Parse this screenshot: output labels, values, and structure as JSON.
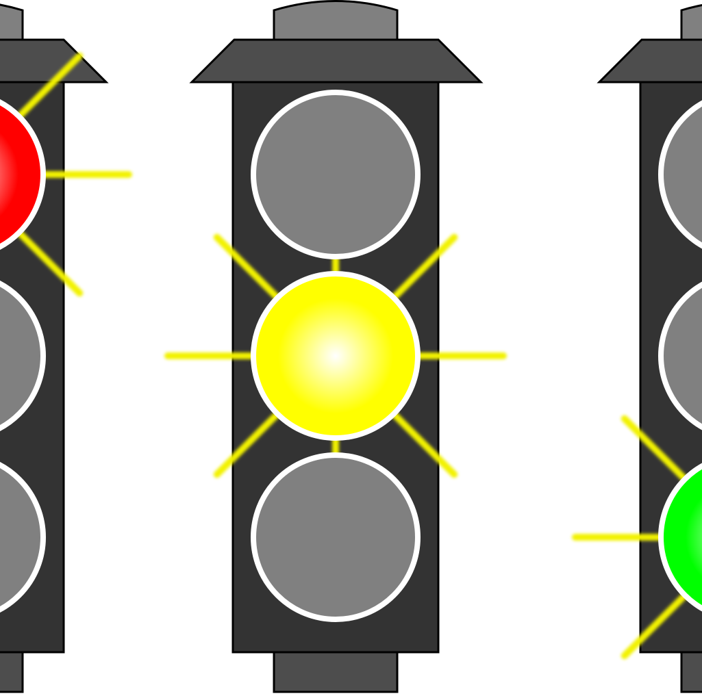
{
  "colors": {
    "housing": "#333333",
    "hood": "#4d4d4d",
    "cap": "#808080",
    "lamp_off": "#808080",
    "lamp_ring": "#ffffff",
    "ray": "#f2f200"
  },
  "traffic_lights": [
    {
      "name": "left",
      "active": "red",
      "active_color": "#ff0000",
      "active_index": 0
    },
    {
      "name": "middle",
      "active": "yellow",
      "active_color": "#ffff00",
      "active_index": 1
    },
    {
      "name": "right",
      "active": "green",
      "active_color": "#00ff00",
      "active_index": 2
    }
  ]
}
